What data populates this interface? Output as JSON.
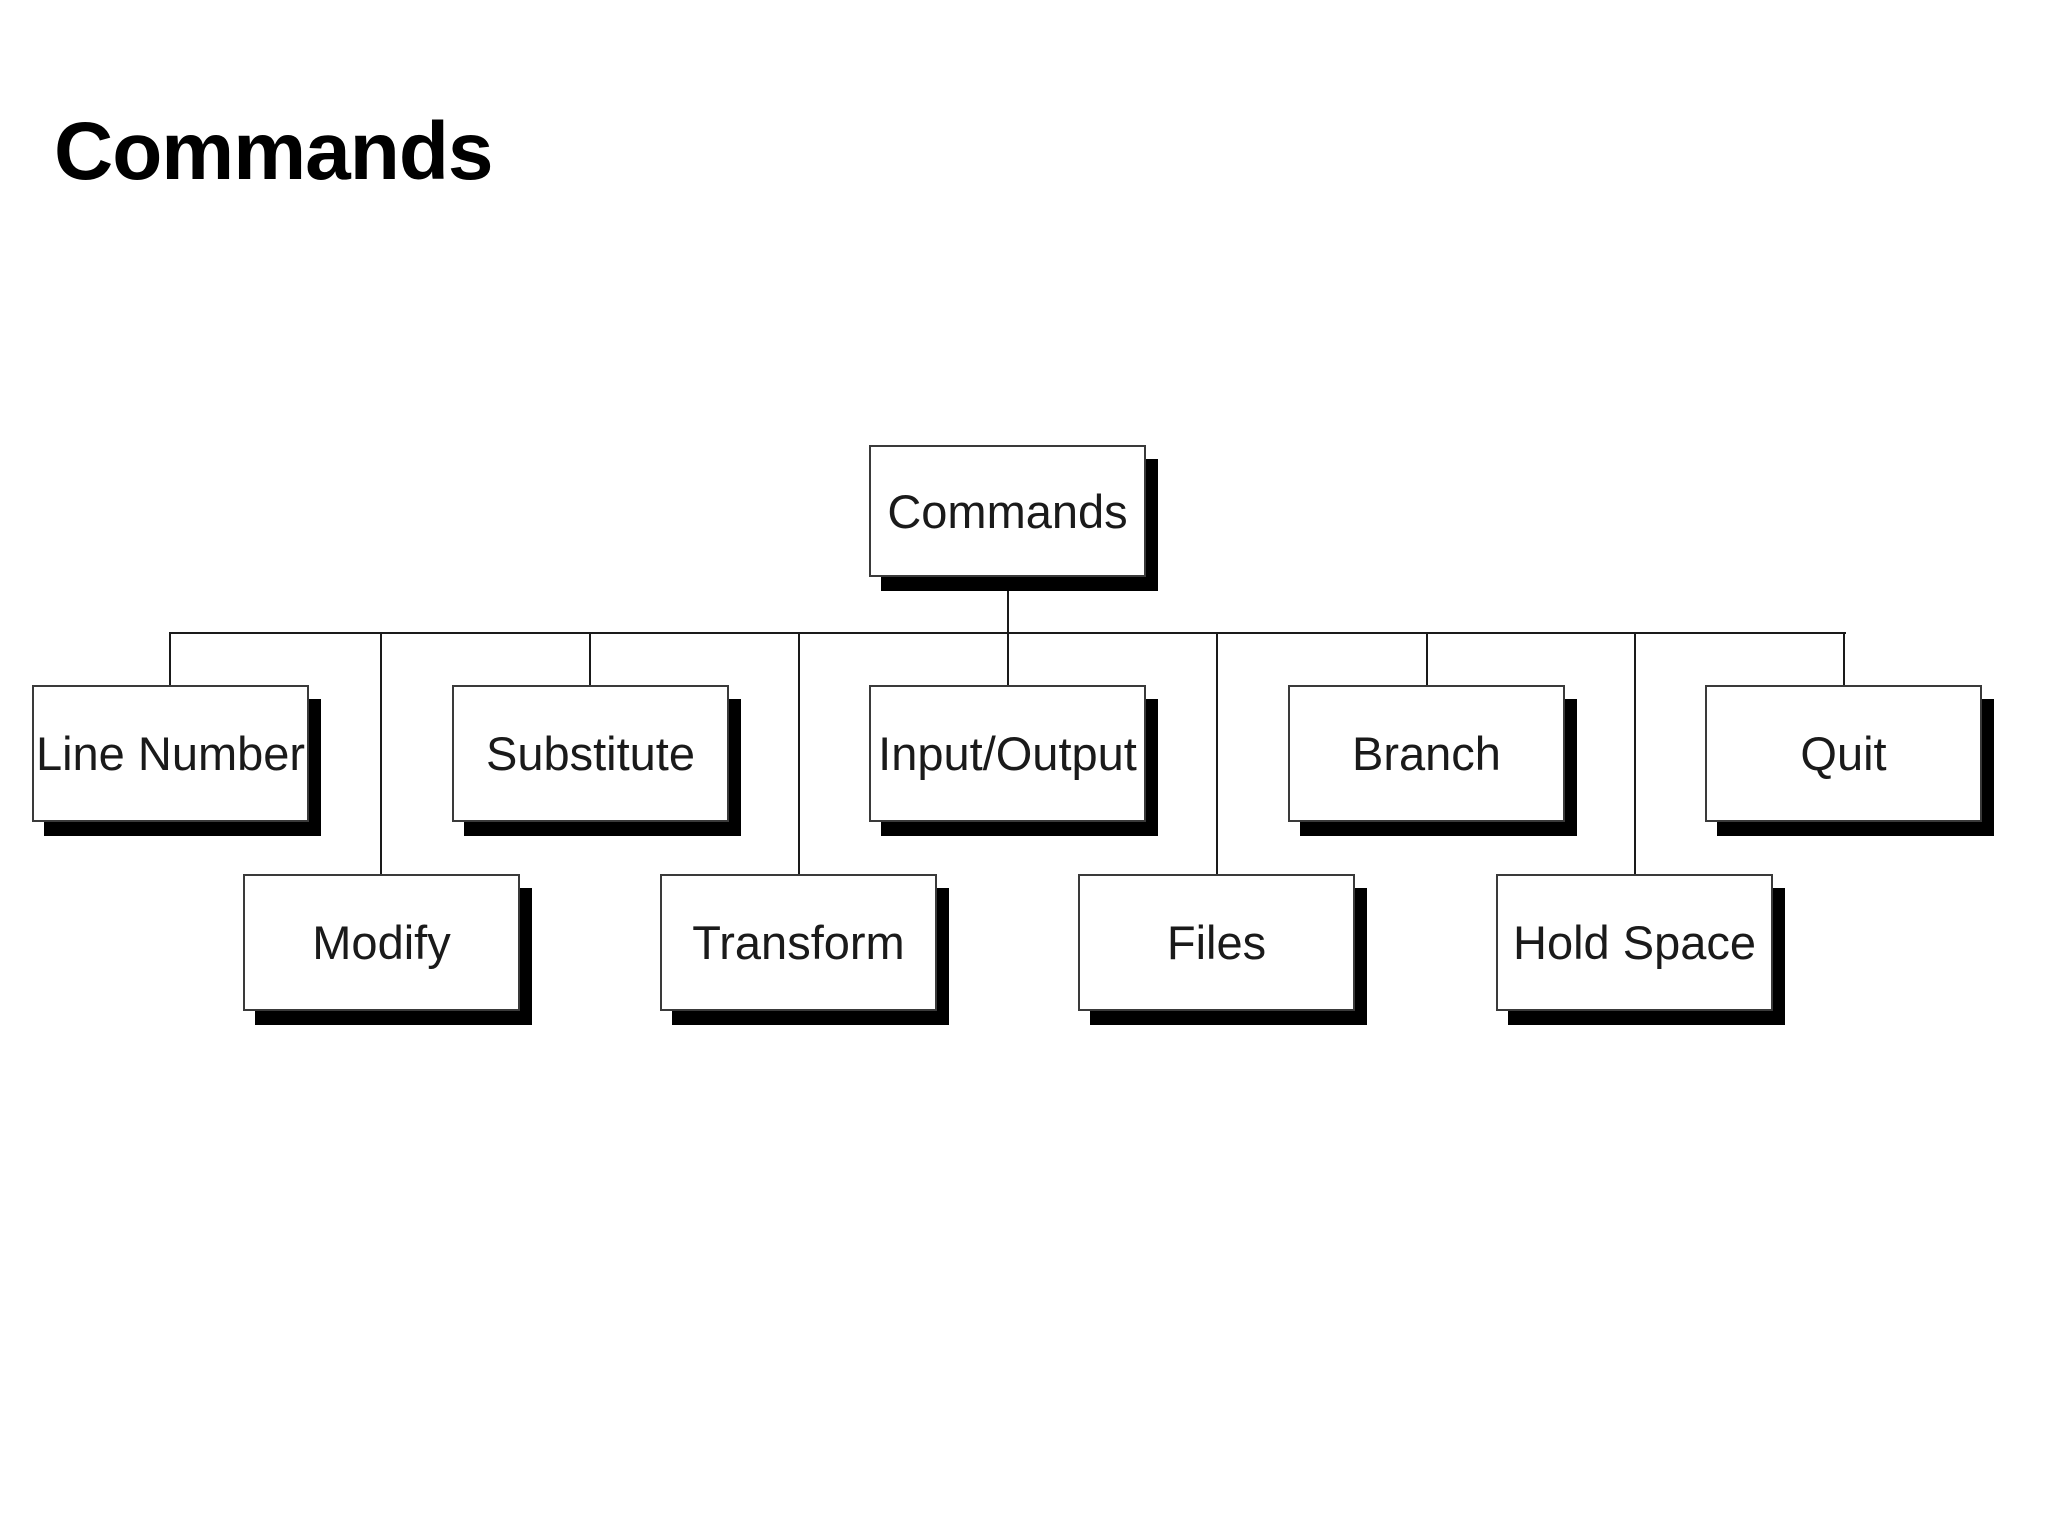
{
  "title": "Commands",
  "diagram": {
    "root": {
      "label": "Commands"
    },
    "children": [
      {
        "label": "Line Number",
        "row": "up"
      },
      {
        "label": "Modify",
        "row": "down"
      },
      {
        "label": "Substitute",
        "row": "up"
      },
      {
        "label": "Transform",
        "row": "down"
      },
      {
        "label": "Input/Output",
        "row": "up"
      },
      {
        "label": "Files",
        "row": "down"
      },
      {
        "label": "Branch",
        "row": "up"
      },
      {
        "label": "Hold Space",
        "row": "down"
      },
      {
        "label": "Quit",
        "row": "up"
      }
    ],
    "colors": {
      "background": "#ffffff",
      "box_fill": "#ffffff",
      "box_border": "#3a3a3a",
      "box_shadow": "#000000",
      "connector_line": "#1a1a1a",
      "text": "#1a1a1a",
      "title_text": "#000000"
    }
  }
}
